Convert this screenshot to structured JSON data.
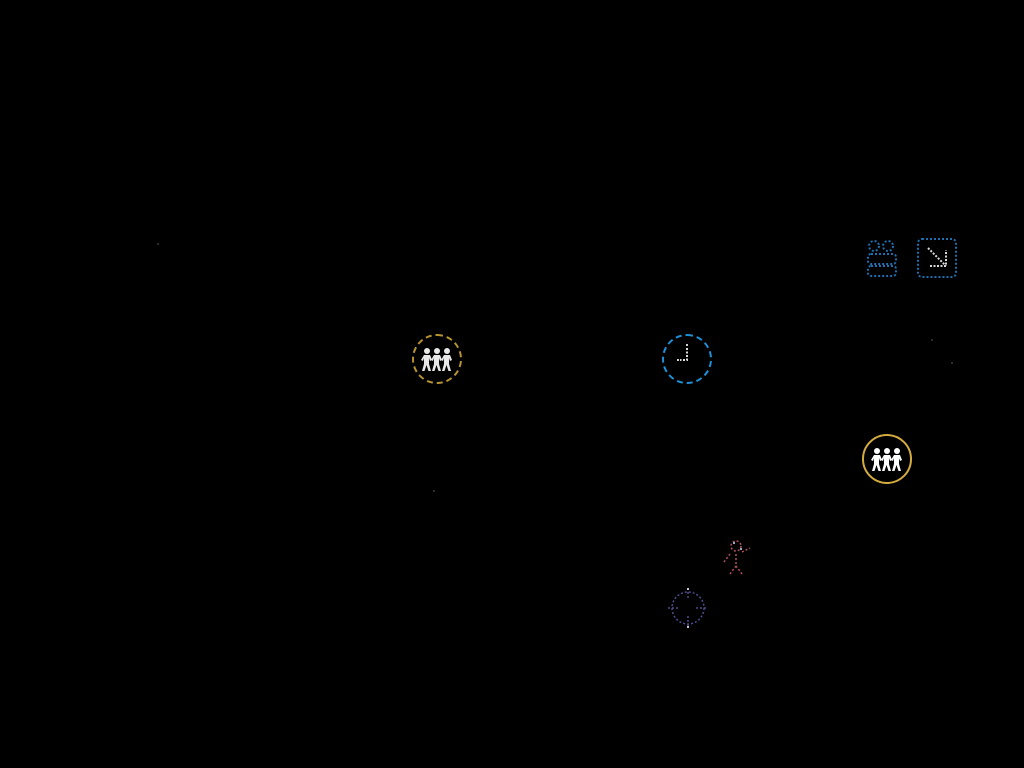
{
  "scene": {
    "background": "#000000",
    "markers": [
      {
        "id": "group-1",
        "icon": "paper-dolls-icon",
        "ring_color": "#c9a23a",
        "style": "dim"
      },
      {
        "id": "clock-1",
        "icon": "clock-icon",
        "ring_color": "#1f8fd6",
        "style": "dim"
      },
      {
        "id": "group-2",
        "icon": "paper-dolls-icon",
        "ring_color": "#d4ab3e",
        "style": "bright"
      },
      {
        "id": "team-1",
        "icon": "team-swap-icon",
        "ring_color": "#1c6fb0",
        "style": "faint"
      },
      {
        "id": "figure-1",
        "icon": "broken-figure-icon",
        "ring_color": "#b0505a",
        "style": "faint"
      },
      {
        "id": "target-1",
        "icon": "crosshair-icon",
        "ring_color": "#4a4f8a",
        "style": "faint"
      }
    ]
  }
}
